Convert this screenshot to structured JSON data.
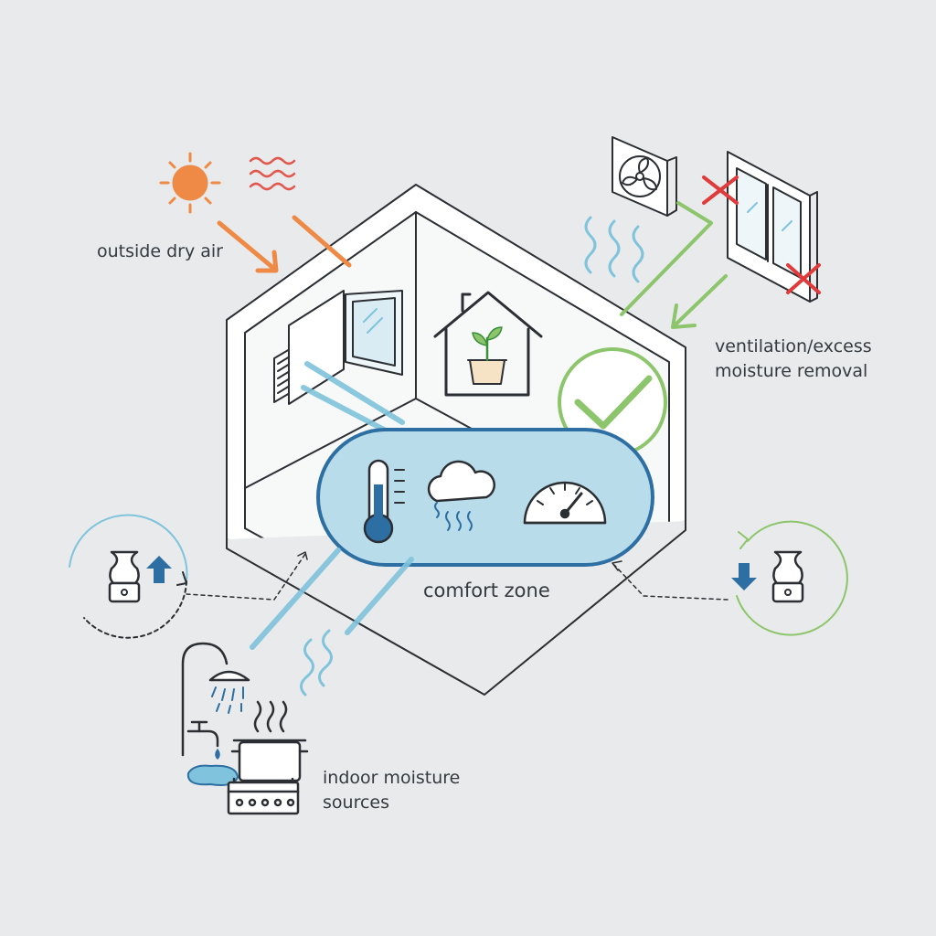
{
  "labels": {
    "outside_dry_air": "outside dry air",
    "ventilation_line1": "ventilation/excess",
    "ventilation_line2": "moisture removal",
    "comfort_zone": "comfort zone",
    "indoor_line1": "indoor moisture",
    "indoor_line2": "sources"
  },
  "colors": {
    "background": "#e9eaeb",
    "outline": "#2b2f33",
    "sun_orange": "#ee8a45",
    "heat_red": "#e0584e",
    "water_blue": "#7fc3dc",
    "deep_blue": "#2e6fa3",
    "comfort_fill": "#b9dcea",
    "green": "#8cc56b",
    "cross_red": "#e03a3a"
  },
  "icons": [
    "sun-icon",
    "heat-waves-icon",
    "wall-vent-icon",
    "open-window-icon",
    "house-plant-icon",
    "exhaust-fan-icon",
    "closed-window-icon",
    "checkmark-icon",
    "thermometer-icon",
    "cloud-mist-icon",
    "gauge-icon",
    "humidifier-icon",
    "dehumidifier-icon",
    "shower-icon",
    "faucet-icon",
    "cooking-pot-icon",
    "stove-icon"
  ]
}
